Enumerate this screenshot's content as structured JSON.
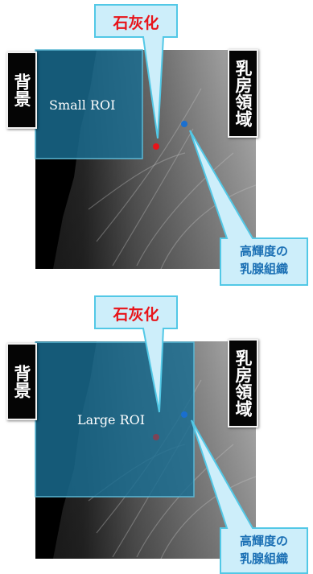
{
  "panels": [
    {
      "callout_calcification": "石灰化",
      "label_background": "背景",
      "label_breast_region": "乳房領域",
      "roi_label": "Small ROI",
      "callout_tissue_line1": "高輝度の",
      "callout_tissue_line2": "乳腺組織"
    },
    {
      "callout_calcification": "石灰化",
      "label_background": "背景",
      "label_breast_region": "乳房領域",
      "roi_label": "Large ROI",
      "callout_tissue_line1": "高輝度の",
      "callout_tissue_line2": "乳腺組織"
    }
  ],
  "colors": {
    "roi_fill": "#1a6e92",
    "roi_border": "#5bb7d4",
    "callout_fill": "#cdeefa",
    "callout_border": "#52c8e6",
    "calcification_text": "#e8141a",
    "tissue_text": "#1a6fb4",
    "calc_dot": "#e8141a",
    "tissue_dot": "#1a6fd0"
  }
}
